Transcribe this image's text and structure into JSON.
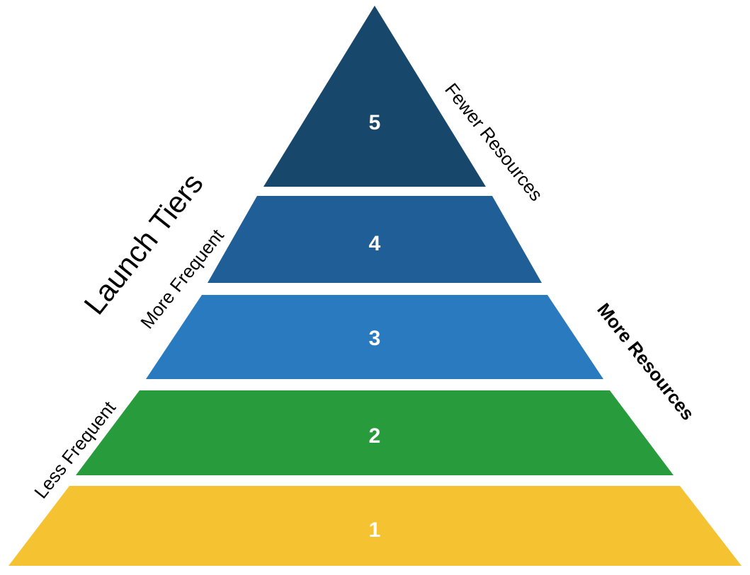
{
  "diagram": {
    "title": "Launch Tiers",
    "type": "pyramid",
    "background_color": "#ffffff",
    "tiers": [
      {
        "label": "5",
        "color": "#17486b",
        "level": 5,
        "text_color": "#ffffff"
      },
      {
        "label": "4",
        "color": "#1f5e96",
        "level": 4,
        "text_color": "#ffffff"
      },
      {
        "label": "3",
        "color": "#2a7ac0",
        "level": 3,
        "text_color": "#ffffff"
      },
      {
        "label": "2",
        "color": "#289c3c",
        "level": 2,
        "text_color": "#ffffff"
      },
      {
        "label": "1",
        "color": "#f5c232",
        "level": 1,
        "text_color": "#ffffff"
      }
    ],
    "annotations": {
      "left_top": "More Frequent",
      "left_bottom": "Less Frequent",
      "right_top": "Fewer Resources",
      "right_bottom": "More Resources"
    }
  }
}
